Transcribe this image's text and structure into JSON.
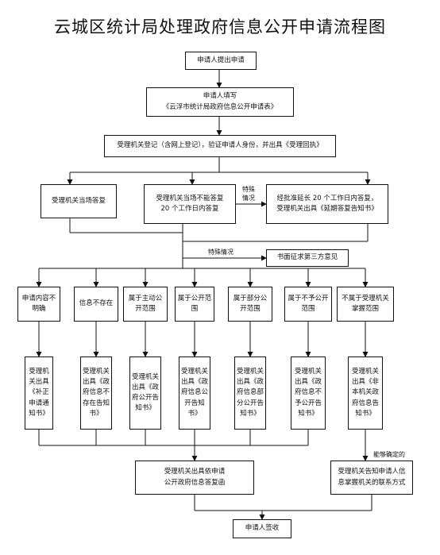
{
  "title": "云城区统计局处理政府信息公开申请流程图",
  "nodes": {
    "apply": "申请人提出申请",
    "fill_a": "申请人填写",
    "fill_b": "《云浮市统计局政府信息公开申请表》",
    "register": "受理机关登记（含网上登记），验证申请人身份，并出具《受理回执》",
    "reply_now": "受理机关当场答复",
    "reply_later_a": "受理机关当场不能答复",
    "reply_later_b": "20 个工作日内答复",
    "extend_a": "经批准延长 20 个工作日内答复，",
    "extend_b": "受理机关出具《延期答复告知书》",
    "third_party": "书面征求第三方意见",
    "cat1": "申请内容不明确",
    "cat2": "信息不存在",
    "cat3": "属于主动公开范围",
    "cat4": "属于公开范围",
    "cat5": "属于部分公开范围",
    "cat6": "属于不予公开范围",
    "cat7": "不属于受理机关掌握范围",
    "doc1": "受理机关出具《补正申请通知书》",
    "doc2": "受理机关出具《政府信息不存在告知书》",
    "doc3": "受理机关出具《政府公开告知书》",
    "doc4": "受理机关出具《政府信息公开告知书》",
    "doc5": "受理机关出具《政府信息部分公开告知书》",
    "doc6": "受理机关出具《政府信息不予公开告知书》",
    "doc7": "受理机关出具《非本机关政府信息告知书》",
    "final_reply_a": "受理机关出具依申请",
    "final_reply_b": "公开政府信息答复函",
    "contact_a": "受理机关告知申请人信",
    "contact_b": "息掌握机关的联系方式",
    "sign": "申请人签收"
  },
  "notes": {
    "special1": "特殊情况",
    "special2": "特殊情况",
    "confirmable": "能够确定的"
  }
}
